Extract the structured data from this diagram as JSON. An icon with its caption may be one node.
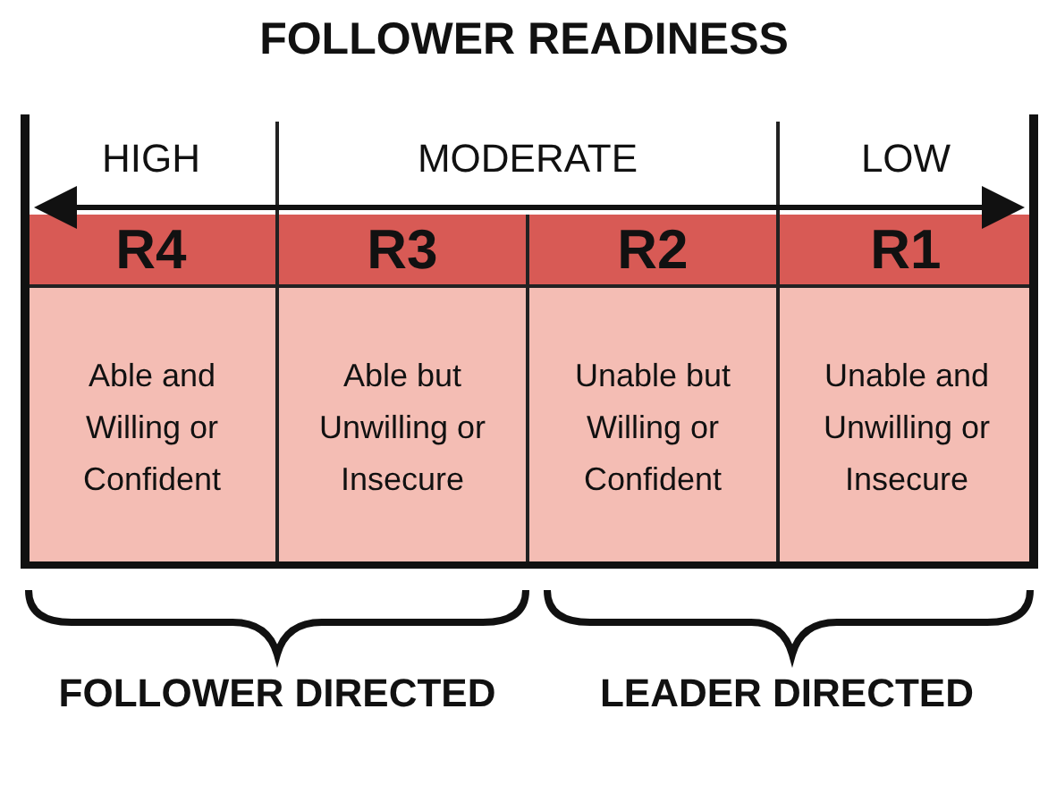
{
  "diagram": {
    "title": "FOLLOWER READINESS",
    "labels": [
      "HIGH",
      "MODERATE",
      "LOW",
      "R4",
      "R3",
      "R2",
      "R1",
      "Able and Willing or Confident",
      "Able but Unwilling or Insecure",
      "Unable but Willing or Confident",
      "Unable and Unwilling or Insecure",
      "FOLLOWER DIRECTED",
      "LEADER DIRECTED"
    ]
  }
}
